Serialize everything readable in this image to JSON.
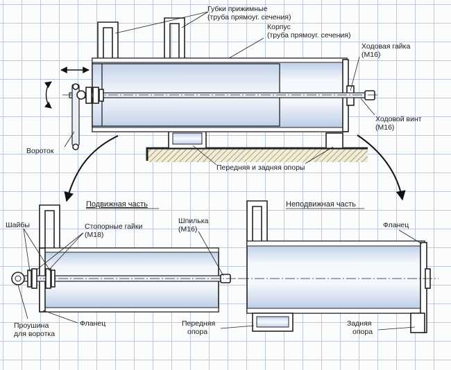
{
  "labels": {
    "jaws": "Губки прижимные",
    "jaws_sub": "(труба прямоуг. сечения)",
    "body": "Корпус",
    "body_sub": "(труба прямоуг. сечения)",
    "lead_nut": "Ходовая гайка",
    "lead_nut_sub": "(М16)",
    "lead_screw": "Ходовой винт",
    "lead_screw_sub": "(М16)",
    "handle": "Вороток",
    "supports": "Передняя и задняя опоры",
    "moving_part": "Подвижная часть",
    "fixed_part": "Неподвижная часть",
    "washers": "Шайбы",
    "lock_nuts": "Стопорные гайки",
    "lock_nuts_sub": "(М18)",
    "stud": "Шпилька",
    "stud_sub": "(М16)",
    "eye": "Проушина",
    "eye_sub": "для воротка",
    "flange_left": "Фланец",
    "flange_right": "Фланец",
    "front_support": "Передняя",
    "front_support_sub": "опора",
    "rear_support": "Задняя",
    "rear_support_sub": "опора"
  },
  "colors": {
    "grid": "#b9c6de",
    "metal_light": "#f4f7fc",
    "metal_dark": "#b3c6e3",
    "ink": "#222222"
  }
}
